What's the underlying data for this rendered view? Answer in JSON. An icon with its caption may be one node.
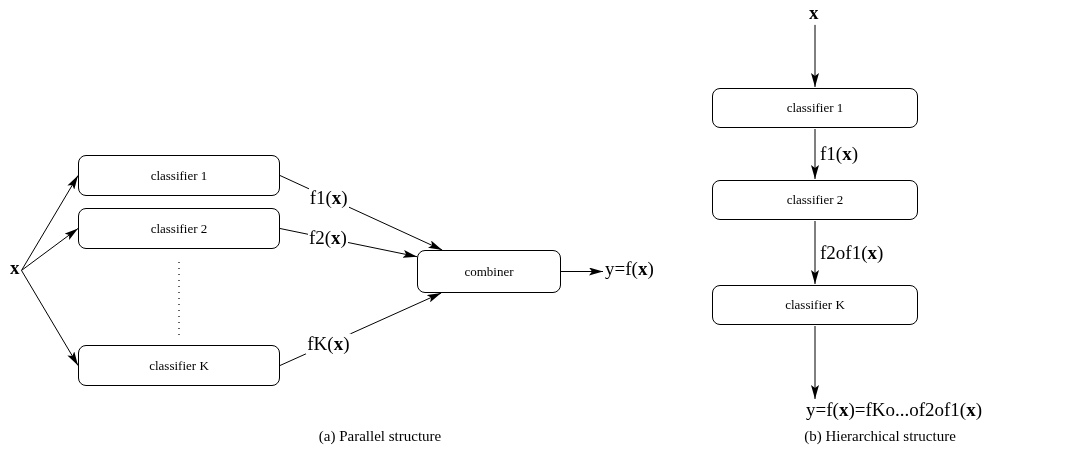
{
  "diagram": {
    "nodes": [
      {
        "text": [
          "x"
        ]
      },
      {
        "text": [
          "classifier 1"
        ]
      },
      {
        "text": [
          "classifier 2"
        ]
      },
      {
        "text": [
          "classifier K"
        ]
      },
      {
        "text": [
          "combiner"
        ]
      },
      {
        "text": [
          "y=f(**x**)"
        ]
      },
      {
        "text": [
          "x"
        ]
      },
      {
        "text": [
          "classifier 1"
        ]
      },
      {
        "text": [
          "classifier 2"
        ]
      },
      {
        "text": [
          "classifier K"
        ]
      },
      {
        "text": [
          "y=f(**x**)=fKo...of2of1(**x**)"
        ]
      }
    ],
    "edges": [
      {
        "from": 0,
        "to": 1,
        "arrow": "to"
      },
      {
        "from": 0,
        "to": 2,
        "arrow": "to"
      },
      {
        "from": 0,
        "to": 3,
        "arrow": "to"
      },
      {
        "from": 1,
        "to": 4,
        "arrow": "to",
        "label": "f1(**x**)"
      },
      {
        "from": 2,
        "to": 4,
        "arrow": "to",
        "label": "f2(**x**)"
      },
      {
        "from": 3,
        "to": 4,
        "arrow": "to",
        "label": "fK(**x**)"
      },
      {
        "from": 4,
        "to": 5,
        "arrow": "to"
      },
      {
        "from": 6,
        "to": 7,
        "arrow": "to"
      },
      {
        "from": 7,
        "to": 8,
        "arrow": "to",
        "label": "f1(**x**)"
      },
      {
        "from": 8,
        "to": 9,
        "arrow": "to",
        "label": "f2of1(**x**)"
      },
      {
        "from": 9,
        "to": 10,
        "arrow": "to"
      }
    ],
    "labels": [
      "(a) Parallel structure",
      "(b) Hierarchical structure"
    ]
  }
}
